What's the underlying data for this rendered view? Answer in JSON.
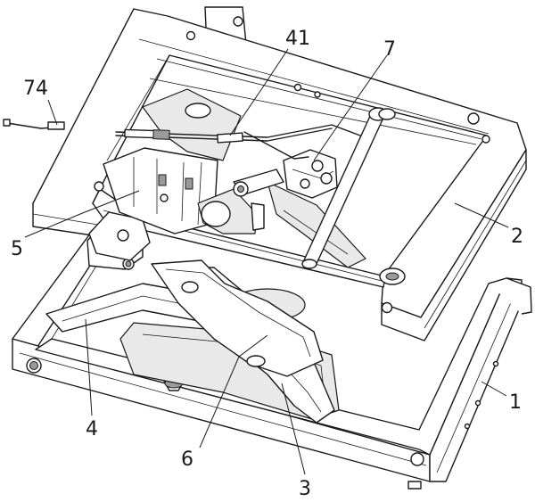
{
  "labels": {
    "l41": "41",
    "l7": "7",
    "l74": "74",
    "l2": "2",
    "l5": "5",
    "l1": "1",
    "l4": "4",
    "l6": "6",
    "l3": "3"
  }
}
